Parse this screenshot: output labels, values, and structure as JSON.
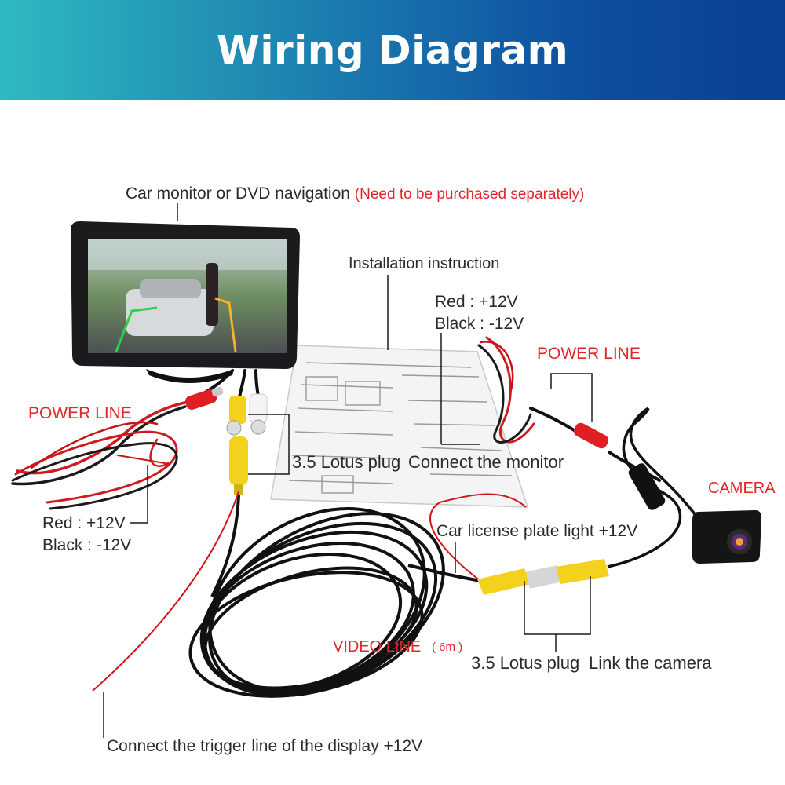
{
  "header": {
    "title": "Wiring Diagram"
  },
  "labels": {
    "monitor": "Car monitor or DVD navigation",
    "monitor_note": "(Need to be purchased separately)",
    "installation": "Installation instruction",
    "red_top": "Red : +12V",
    "black_top": "Black :  -12V",
    "power_line_right": "POWER LINE",
    "power_line_left": "POWER LINE",
    "camera": "CAMERA",
    "lotus_top": "3.5 Lotus plug",
    "connect_monitor": "Connect the monitor",
    "red_left": "Red : +12V",
    "black_left": "Black :  -12V",
    "license_light": "Car license plate light +12V",
    "video_line": "VIDEO  LINE",
    "video_length": "( 6m )",
    "lotus_bottom": "3.5 Lotus plug",
    "link_camera": "Link the camera",
    "trigger": "Connect the trigger line of the display +12V"
  },
  "colors": {
    "header_start": "#2fb9c0",
    "header_end": "#0a3f95",
    "label_red": "#e0262a",
    "plug_yellow": "#f2d21c",
    "plug_red": "#e01f25",
    "cable_black": "#111111"
  }
}
